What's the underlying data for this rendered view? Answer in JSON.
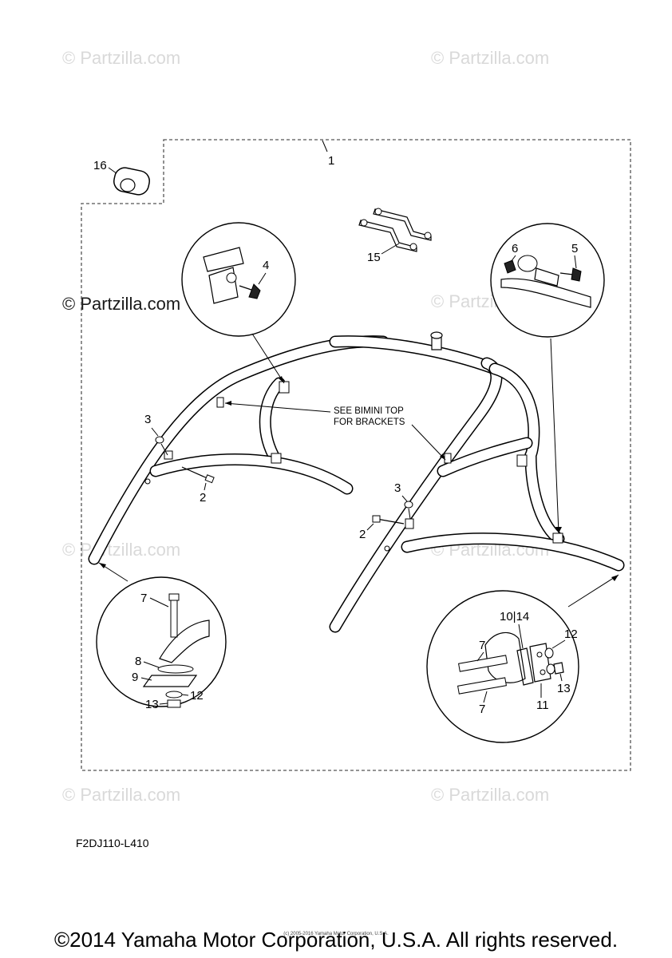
{
  "watermarks": {
    "small": "© Partzilla.com",
    "dark": "© Partzilla.com"
  },
  "callouts": {
    "c1": "1",
    "c2a": "2",
    "c2b": "2",
    "c3a": "3",
    "c3b": "3",
    "c4": "4",
    "c5": "5",
    "c6": "6",
    "c7a": "7",
    "c7b": "7",
    "c7c": "7",
    "c8": "8",
    "c9": "9",
    "c1014": "10|14",
    "c11": "11",
    "c12a": "12",
    "c12b": "12",
    "c13a": "13",
    "c13b": "13",
    "c15": "15",
    "c16": "16"
  },
  "note": {
    "line1": "SEE BIMINI TOP",
    "line2": "FOR BRACKETS"
  },
  "diagram_code": "F2DJ110-L410",
  "copyright_small": "(c) 2005-2016 Yamaha Motor Corporation, U.S.A.",
  "copyright": "©2014 Yamaha Motor Corporation, U.S.A. All rights reserved."
}
